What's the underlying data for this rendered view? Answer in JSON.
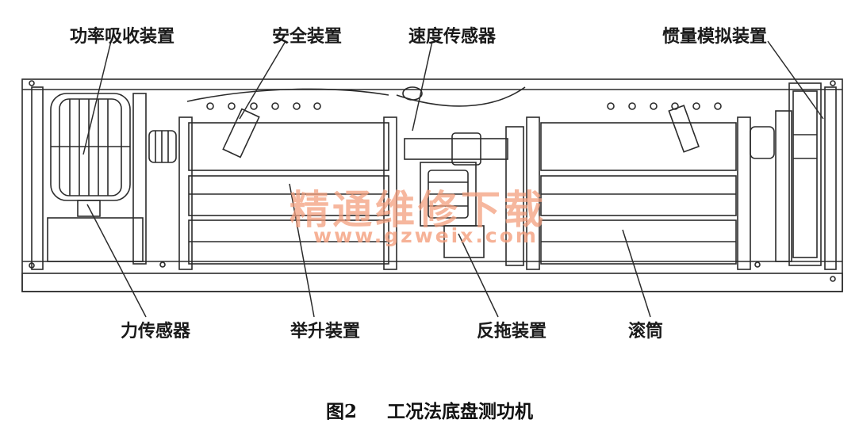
{
  "labels": {
    "power_absorber": "功率吸收装置",
    "safety_device": "安全装置",
    "speed_sensor": "速度传感器",
    "inertia_simulator": "惯量模拟装置",
    "force_sensor": "力传感器",
    "lifting_device": "举升装置",
    "anti_drag_device": "反拖装置",
    "roller": "滚筒"
  },
  "caption": {
    "figure": "图2",
    "title": "工况法底盘测功机"
  },
  "watermark": {
    "text": "精通维修下载",
    "url": "www.gzweix.com"
  },
  "colors": {
    "line": "#2b2b2b",
    "watermark": "#f4a07e"
  }
}
